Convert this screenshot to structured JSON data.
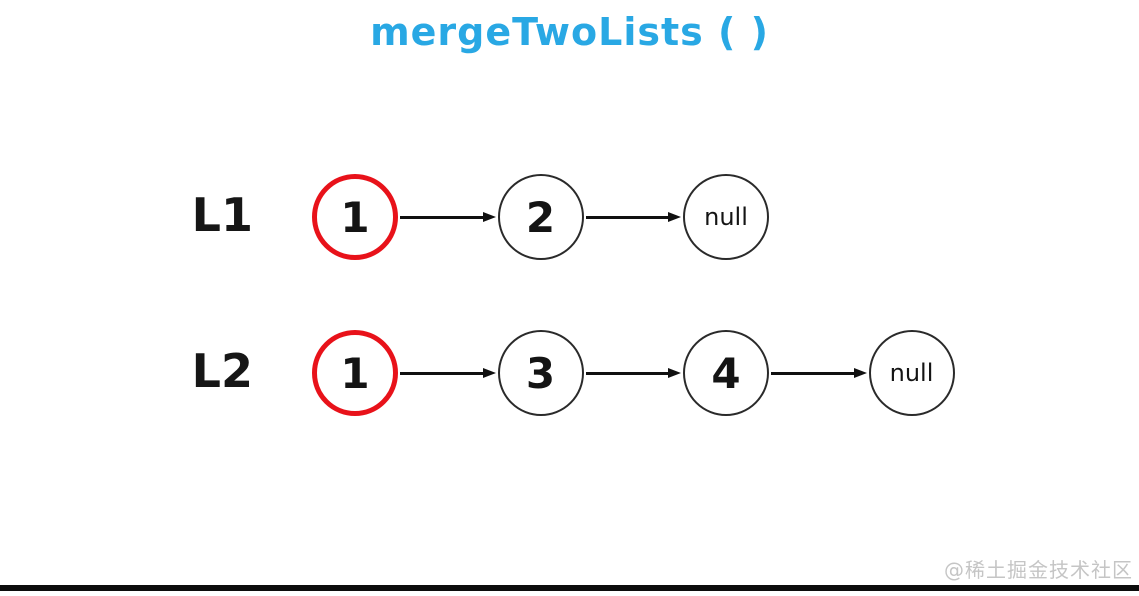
{
  "title": "mergeTwoLists ( )",
  "colors": {
    "title": "#29a8e4",
    "highlight": "#e8121a",
    "node_border": "#2a2a2a",
    "watermark": "#c5c5c5",
    "arrow": "#101010"
  },
  "lists": [
    {
      "label": "L1",
      "nodes": [
        {
          "value": "1",
          "highlighted": true
        },
        {
          "value": "2",
          "highlighted": false
        },
        {
          "value": "null",
          "highlighted": false
        }
      ]
    },
    {
      "label": "L2",
      "nodes": [
        {
          "value": "1",
          "highlighted": true
        },
        {
          "value": "3",
          "highlighted": false
        },
        {
          "value": "4",
          "highlighted": false
        },
        {
          "value": "null",
          "highlighted": false
        }
      ]
    }
  ],
  "watermark": {
    "text": "@稀土掘金技术社区"
  }
}
